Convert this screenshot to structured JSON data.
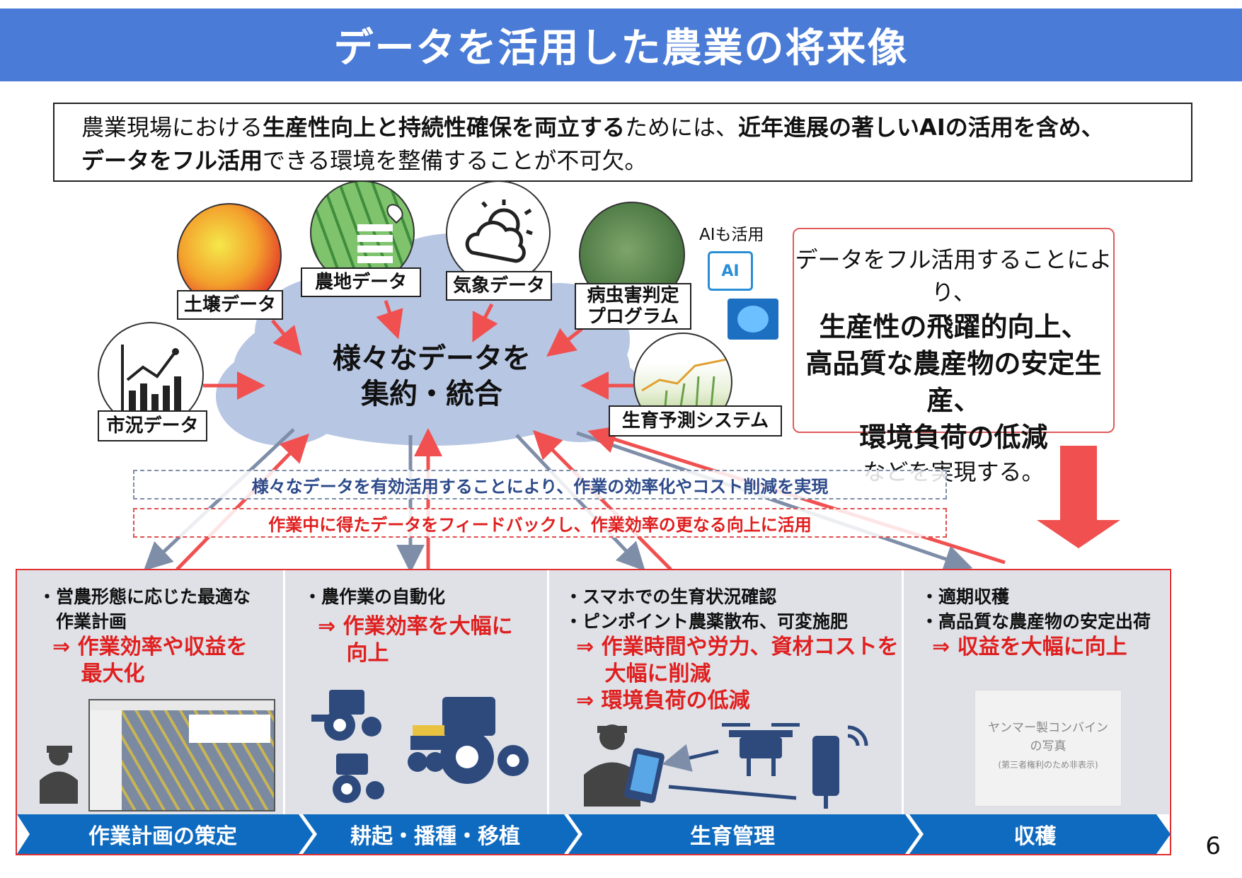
{
  "title": "データを活用した農業の将来像",
  "intro": {
    "p1": "農業現場における",
    "b1": "生産性向上と持続性確保を両立する",
    "p2": "ためには、",
    "b2": "近年進展の著しいAIの活用を含め、",
    "b3": "データをフル活用",
    "p3": "できる環境を整備することが不可欠。"
  },
  "sources": {
    "soil": "土壌データ",
    "farmland": "農地データ",
    "weather": "気象データ",
    "pest": "病虫害判定プログラム",
    "market": "市況データ",
    "growth": "生育予測システム",
    "ai_note": "AIも活用",
    "ai_chip": "AI"
  },
  "cloud": {
    "line1": "様々なデータを",
    "line2": "集約・統合"
  },
  "result": {
    "line1": "データをフル活用することにより、",
    "line2": "生産性の飛躍的向上、",
    "line3": "高品質な農産物の安定生産、",
    "line4": "環境負荷の低減",
    "line5": "などを実現する。"
  },
  "flow": {
    "blue_note": "様々なデータを有効活用することにより、作業の効率化やコスト削減を実現",
    "red_note": "作業中に得たデータをフィードバックし、作業効率の更なる向上に活用"
  },
  "stages": [
    {
      "label": "作業計画の策定",
      "items": [
        "・営農形態に応じた最適な",
        "　作業計画"
      ],
      "results": [
        "⇒ 作業効率や収益を",
        "　 最大化"
      ]
    },
    {
      "label": "耕起・播種・移植",
      "items": [
        "・農作業の自動化"
      ],
      "results": [
        "⇒ 作業効率を大幅に",
        "　 向上"
      ]
    },
    {
      "label": "生育管理",
      "items": [
        "・スマホでの生育状況確認",
        "・ピンポイント農薬散布、可変施肥"
      ],
      "results": [
        "⇒ 作業時間や労力、資材コストを",
        "　 大幅に削減",
        "⇒ 環境負荷の低減"
      ]
    },
    {
      "label": "収穫",
      "items": [
        "・適期収穫",
        "・高品質な農産物の安定出荷"
      ],
      "results": [
        "⇒ 収益を大幅に向上"
      ]
    }
  ],
  "photo_placeholder": {
    "line1": "ヤンマー製コンバイン",
    "line2": "の写真",
    "line3": "(第三者権利のため非表示)"
  },
  "page_number": "6",
  "colors": {
    "title_bg": "#4a7bd6",
    "accent_red": "#e01f1f",
    "chevron": "#0f6bbf",
    "arrow_blue": "#7f8ea8",
    "arrow_red": "#f05050",
    "cloud": "#b7c6e3"
  }
}
